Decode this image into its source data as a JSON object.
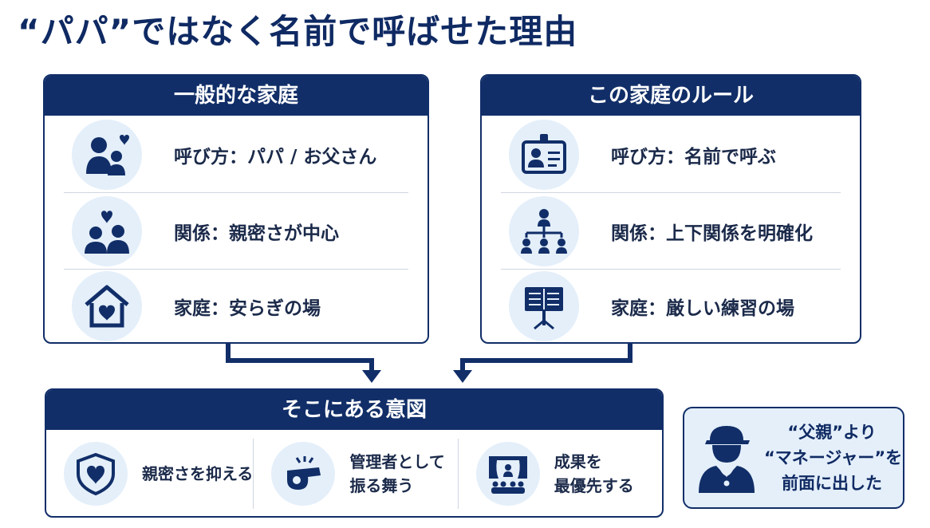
{
  "title": "“パパ”ではなく名前で呼ばせた理由",
  "left_card": {
    "header": "一般的な家庭",
    "rows": [
      {
        "icon": "family-heart-icon",
        "text": "呼び方：パパ / お父さん"
      },
      {
        "icon": "couple-heart-icon",
        "text": "関係：親密さが中心"
      },
      {
        "icon": "house-heart-icon",
        "text": "家庭：安らぎの場"
      }
    ]
  },
  "right_card": {
    "header": "この家庭のルール",
    "rows": [
      {
        "icon": "id-badge-icon",
        "text": "呼び方：名前で呼ぶ"
      },
      {
        "icon": "hierarchy-icon",
        "text": "関係：上下関係を明確化"
      },
      {
        "icon": "music-stand-icon",
        "text": "家庭：厳しい練習の場"
      }
    ]
  },
  "intent_card": {
    "header": "そこにある意図",
    "items": [
      {
        "icon": "shield-heart-icon",
        "lines": [
          "親密さを抑える"
        ]
      },
      {
        "icon": "whistle-icon",
        "lines": [
          "管理者として",
          "振る舞う"
        ]
      },
      {
        "icon": "stage-audience-icon",
        "lines": [
          "成果を",
          "最優先する"
        ]
      }
    ]
  },
  "note": {
    "icon": "manager-icon",
    "lines": [
      "“父親”より",
      "“マネージャー”を",
      "前面に出した"
    ]
  },
  "colors": {
    "navy": "#112e68",
    "light_blue": "#e4effa",
    "text": "#1b2a4a"
  }
}
